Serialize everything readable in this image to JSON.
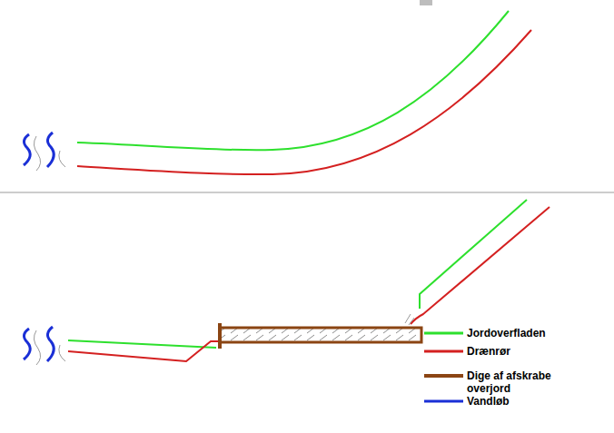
{
  "diagram": {
    "legend": [
      {
        "text": "Jordoverfladen"
      },
      {
        "text": "Drænrør"
      },
      {
        "text": "Dige af afskrabe overjord"
      },
      {
        "text": "Vandløb"
      }
    ]
  }
}
